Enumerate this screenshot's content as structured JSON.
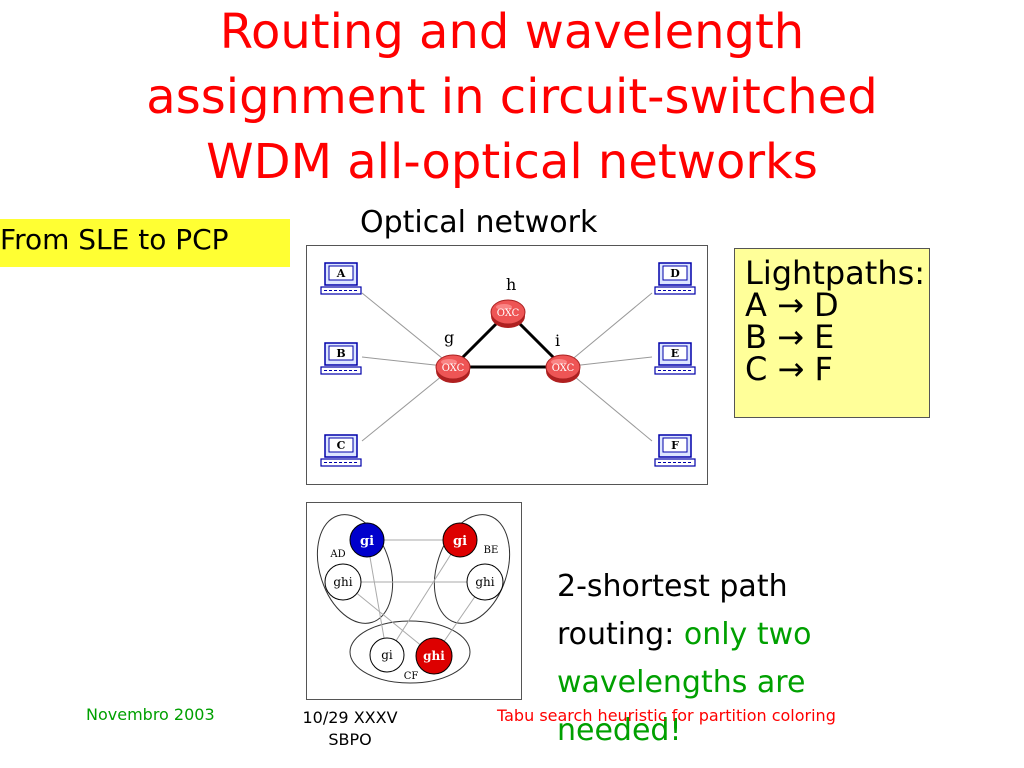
{
  "title": {
    "line1": "Routing and wavelength",
    "line2": "assignment in circuit-switched",
    "line3": "WDM all-optical networks"
  },
  "subtitle": "From SLE to PCP",
  "network": {
    "caption": "Optical network",
    "hosts": [
      "A",
      "B",
      "C",
      "D",
      "E",
      "F"
    ],
    "oxc_label": "OXC",
    "node_labels": [
      "h",
      "g",
      "i"
    ]
  },
  "lightpaths": {
    "title": "Lightpaths:",
    "paths": [
      {
        "from": "A",
        "arrow": "→",
        "to": "D"
      },
      {
        "from": "B",
        "arrow": "→",
        "to": "E"
      },
      {
        "from": "C",
        "arrow": "→",
        "to": "F"
      }
    ]
  },
  "partition": {
    "groups": [
      "AD",
      "BE",
      "CF"
    ],
    "nodes": {
      "ad_top": "gi",
      "ad_bottom": "ghi",
      "be_top": "gi",
      "be_bottom": "ghi",
      "cf_left": "gi",
      "cf_right": "ghi"
    },
    "colors": {
      "blue": "#0000cc",
      "red": "#dd0000"
    }
  },
  "routing": {
    "line1": "2-shortest path",
    "line2_prefix": "routing: ",
    "line2_highlight": "only two",
    "line3": "wavelengths are",
    "line4": "needed!"
  },
  "footer": {
    "date": "Novembro 2003",
    "page": "10/29",
    "event": "XXXV SBPO",
    "topic": "Tabu search heuristic for partition coloring"
  },
  "colors": {
    "title": "#ff0000",
    "highlight": "#ffff33",
    "lightpath_box": "#ffff99",
    "green_text": "#00a000",
    "oxc": "#ee5555"
  }
}
